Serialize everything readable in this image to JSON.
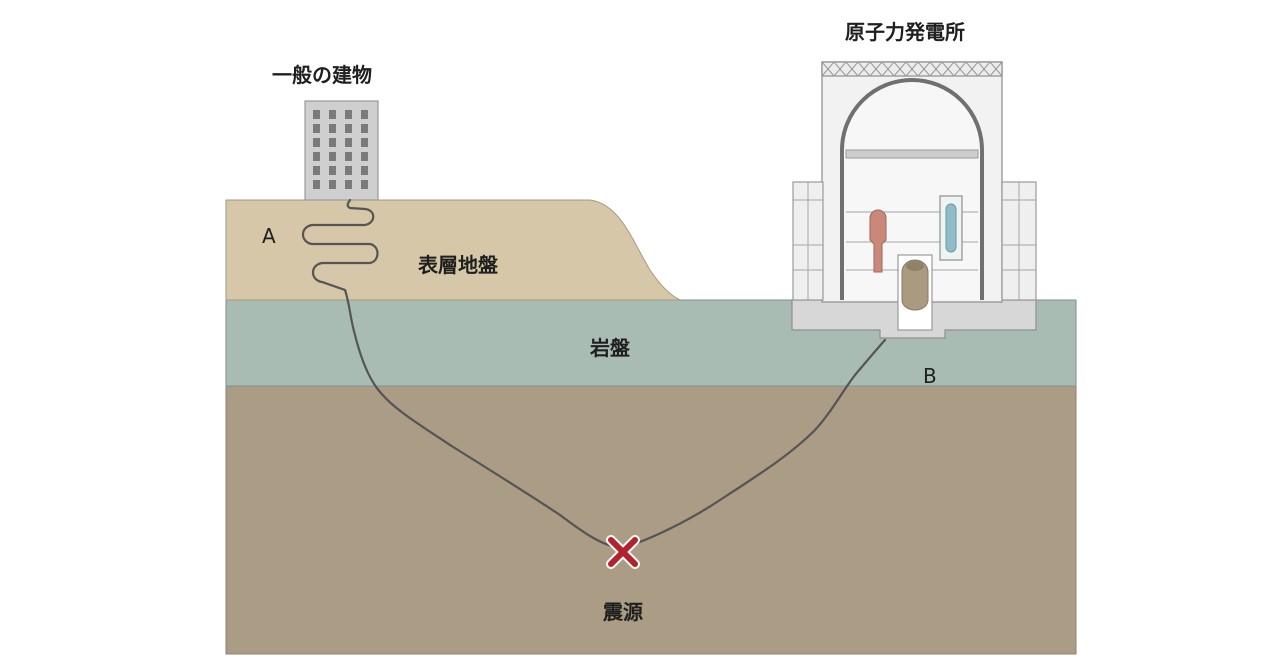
{
  "labels": {
    "building": "一般の建物",
    "plant": "原子力発電所",
    "surface_layer": "表層地盤",
    "bedrock": "岩盤",
    "hypocenter": "震源",
    "point_a": "A",
    "point_b": "B"
  },
  "colors": {
    "surface_layer": "#d5c7a8",
    "bedrock": "#a9bcb4",
    "deep_ground": "#aa9c85",
    "wave": "#555555",
    "hypocenter_mark": "#b3232e",
    "building": "#c9c9c9",
    "plant_frame": "#d7d7d7"
  },
  "icons": {
    "hypocenter": "x-mark-icon",
    "building": "office-building-icon",
    "plant": "nuclear-power-plant-icon"
  }
}
